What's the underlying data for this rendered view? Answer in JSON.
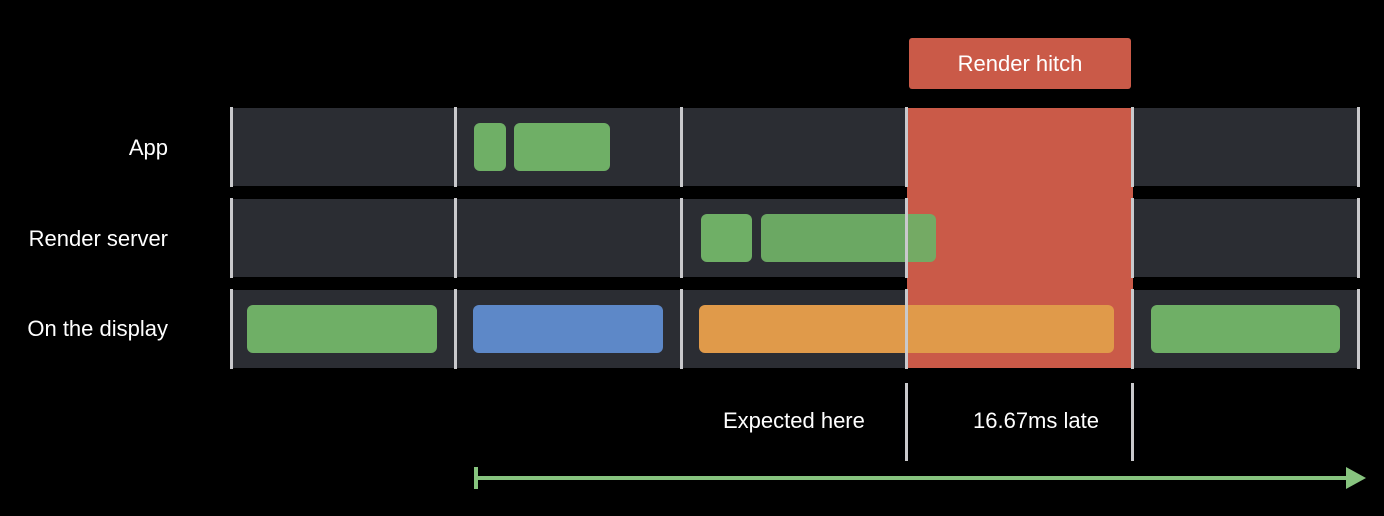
{
  "colors": {
    "background": "#000000",
    "lane": "#2b2d33",
    "divider": "#c9c9cc",
    "hitch": "#ca5a48",
    "green": "#6faf66",
    "blue": "#5d88c8",
    "orange": "#e09a4a",
    "arrow": "#87c47f",
    "text": "#ffffff"
  },
  "hitch_badge": "Render hitch",
  "rows": [
    {
      "label": "App"
    },
    {
      "label": "Render server"
    },
    {
      "label": "On the display"
    }
  ],
  "annotations": {
    "expected": "Expected here",
    "late": "16.67ms late"
  },
  "arrow_icon": "right-arrow-icon"
}
